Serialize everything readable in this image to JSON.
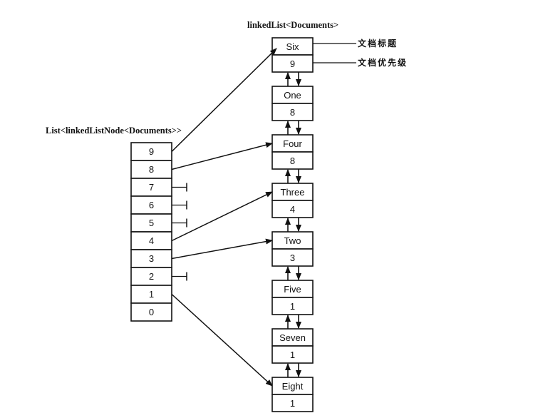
{
  "labels": {
    "linked_list_title": "linkedList<Documents>",
    "list_title": "List<linkedListNode<Documents>>",
    "callout_title": "文档标题",
    "callout_priority": "文档优先级"
  },
  "priority_list": [
    "9",
    "8",
    "7",
    "6",
    "5",
    "4",
    "3",
    "2",
    "1",
    "0"
  ],
  "linked_nodes": [
    {
      "title": "Six",
      "priority": "9"
    },
    {
      "title": "One",
      "priority": "8"
    },
    {
      "title": "Four",
      "priority": "8"
    },
    {
      "title": "Three",
      "priority": "4"
    },
    {
      "title": "Two",
      "priority": "3"
    },
    {
      "title": "Five",
      "priority": "1"
    },
    {
      "title": "Seven",
      "priority": "1"
    },
    {
      "title": "Eight",
      "priority": "1"
    }
  ],
  "pointers": [
    {
      "from": "9",
      "to": "Six"
    },
    {
      "from": "8",
      "to": "Four"
    },
    {
      "from": "4",
      "to": "Three"
    },
    {
      "from": "3",
      "to": "Two"
    },
    {
      "from": "1",
      "to": "Eight"
    }
  ],
  "null_entries": [
    "7",
    "6",
    "5",
    "2"
  ]
}
